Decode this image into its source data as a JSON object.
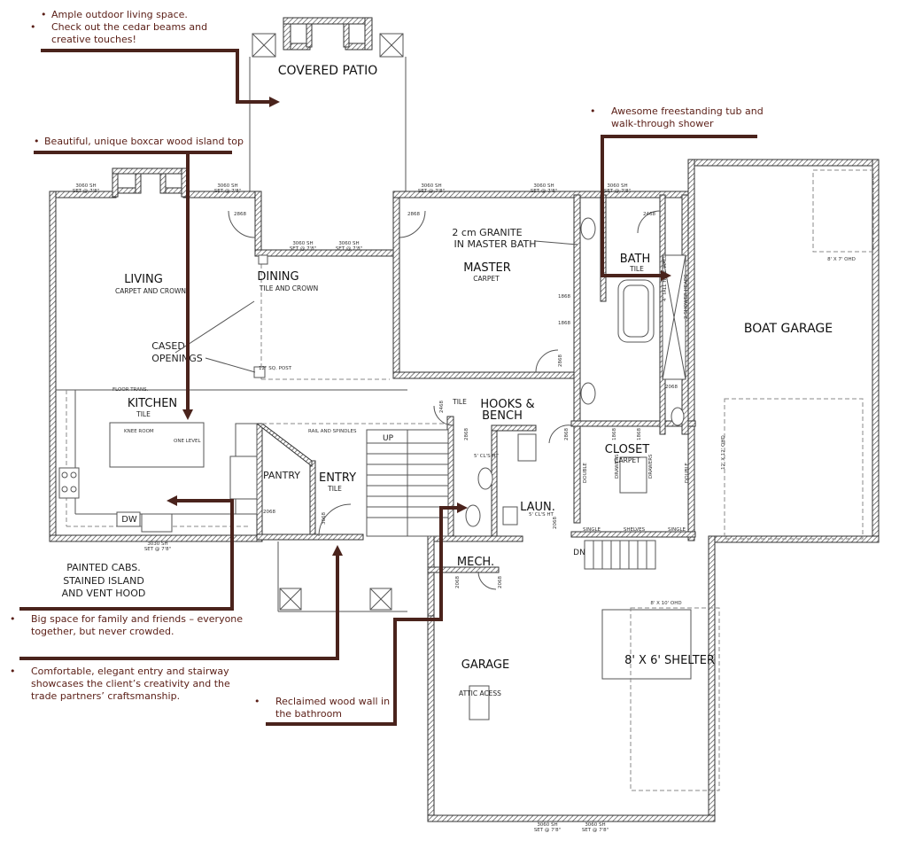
{
  "rooms": {
    "covered_patio": "COVERED PATIO",
    "living": "LIVING",
    "living_finish": "CARPET AND CROWN",
    "dining": "DINING",
    "dining_finish": "TILE AND CROWN",
    "kitchen": "KITCHEN",
    "kitchen_finish": "TILE",
    "master": "MASTER",
    "master_finish": "CARPET",
    "bath": "BATH",
    "bath_finish": "TILE",
    "boat_garage": "BOAT GARAGE",
    "closet": "CLOSET",
    "closet_finish": "CARPET",
    "hooks_bench_1": "HOOKS &",
    "hooks_bench_2": "BENCH",
    "hooks_finish": "TILE",
    "laun": "LAUN.",
    "pantry": "PANTRY",
    "entry": "ENTRY",
    "entry_finish": "TILE",
    "mech": "MECH.",
    "garage": "GARAGE",
    "attic": "ATTIC ACESS",
    "shelter": "8' X 6' SHELTER"
  },
  "plan_labels": {
    "granite_1": "2 cm GRANITE",
    "granite_2": "IN MASTER BATH",
    "cased_1": "CASED",
    "cased_2": "OPENINGS",
    "painted_1": "PAINTED CABS.",
    "painted_2": "STAINED ISLAND",
    "painted_3": "AND VENT HOOD",
    "sq_post": "12\" SQ. POST",
    "floor_trans": "FLOOR TRANS.",
    "knee_room": "KNEE ROOM",
    "one_level": "ONE LEVEL",
    "dw": "DW",
    "rail": "RAIL AND SPINDLES",
    "up": "UP",
    "dn": "DN",
    "clst_1": "5' CL'S HT",
    "clst_2": "5' CL'S HT",
    "half_wall": "4' TALL HALF WALL",
    "shower_heads": "2 SHOWER HEADS",
    "ohd_small": "8' X 7' OHD",
    "ohd_side": "12' X 12' OHD",
    "ohd_shelter": "8' X 10' OHD",
    "single_1": "SINGLE",
    "shelves": "SHELVES",
    "single_2": "SINGLE",
    "double_1": "DOUBLE",
    "double_2": "DOUBLE",
    "drawers_1": "DRAWERS",
    "drawers_2": "DRAWERS"
  },
  "windows": {
    "w1a": "3060 SH",
    "w1b": "SET @ 7'8\"",
    "w2a": "3060 SH",
    "w2b": "SET @ 7'8\"",
    "w3a": "3060 SH",
    "w3b": "SET @ 7'8\"",
    "w4a": "3060 SH",
    "w4b": "SET @ 7'8\"",
    "w5a": "3060 SH",
    "w5b": "SET @ 7'8\"",
    "w6a": "3060 SH",
    "w6b": "SET @ 7'8\"",
    "w7a": "3060 SH",
    "w7b": "SET @ 7'8\"",
    "w8a": "3030 SH",
    "w8b": "SET @ 7'8\"",
    "w9a": "3060 SH",
    "w9b": "SET @ 7'8\"",
    "w10a": "3060 SH",
    "w10b": "SET @ 7'8\""
  },
  "doors": {
    "d1": "2868",
    "d2": "2868",
    "d3": "2468",
    "d4": "1868",
    "d5": "1868",
    "d6": "2868",
    "d7": "2068",
    "d8": "2468",
    "d9": "2868",
    "d10": "2868",
    "d11": "1868",
    "d12": "1868",
    "d13": "2068",
    "d14": "3068",
    "d15": "2068",
    "d16": "2068",
    "d17": "2068"
  },
  "notes": {
    "patio_1": "Ample outdoor living space.",
    "patio_2": "Check out the cedar beams and creative touches!",
    "island": "Beautiful, unique boxcar wood island top",
    "tub": "Awesome freestanding tub and walk-through shower",
    "family": "Big space for family and friends – everyone together, but never crowded.",
    "entry": "Comfortable, elegant entry and stairway showcases the client’s creativity and the trade partners’ craftsmanship.",
    "reclaimed": "Reclaimed wood wall in the bathroom"
  },
  "colors": {
    "accent": "#4a231c",
    "note_text": "#5a1e16",
    "wall_line": "#333333"
  }
}
